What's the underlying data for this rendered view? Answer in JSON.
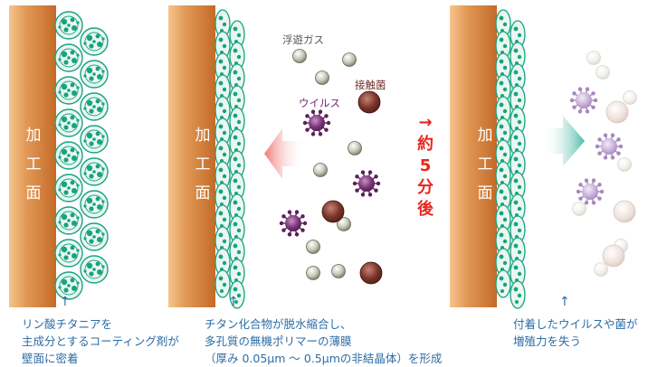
{
  "wall": {
    "label_chars": [
      "加",
      "工",
      "面"
    ]
  },
  "captions": {
    "panel1": [
      "リン酸チタニアを",
      "主成分とするコーティング剤が",
      "壁面に密着"
    ],
    "panel2": [
      "チタン化合物が脱水縮合し、",
      "多孔質の無機ポリマーの薄膜",
      "（厚み 0.05μm ～ 0.5μmの非結晶体）を形成"
    ],
    "panel3": [
      "付着したウイルスや菌が",
      "増殖力を失う"
    ]
  },
  "arrow_glyph": "↑",
  "labels": {
    "gas": "浮遊ガス",
    "bacteria": "接触菌",
    "virus": "ウイルス"
  },
  "time": {
    "arrow": "→",
    "chars": [
      "約",
      "5",
      "分",
      "後"
    ]
  },
  "colors": {
    "wall": "#c8722f",
    "coating": "#17a37e",
    "caption": "#2c6da5",
    "time_text": "#e8261e",
    "virus": "#6b2b6b",
    "bacteria": "#6e2a22",
    "gas": "#9a9a88",
    "red_arrow": "#f07a7a",
    "teal_arrow": "#5fc3b3"
  }
}
